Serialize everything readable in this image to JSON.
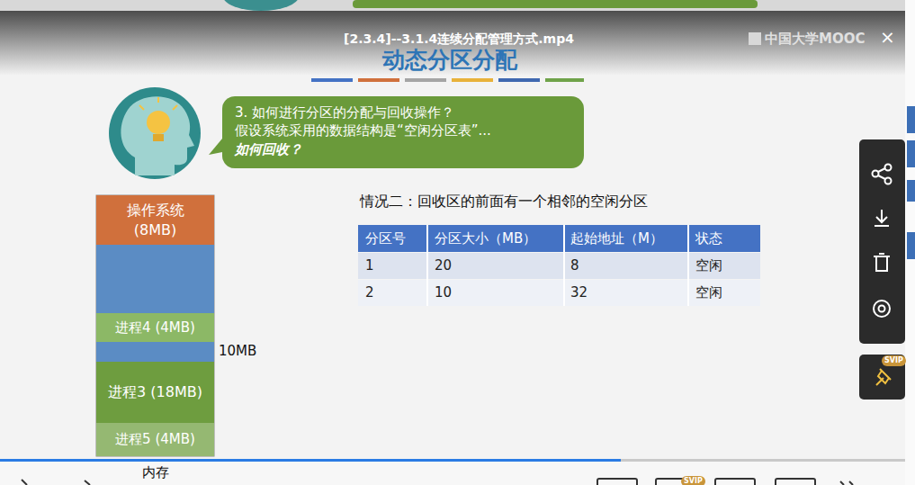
{
  "diagram": {
    "title": "动态分区分配",
    "nodes": [
      {
        "text": [
          "内存"
        ]
      },
      {
        "text": [
          "操作系统 (8MB)"
        ],
        "in": 0
      },
      {
        "text": [
          "进程4 (4MB)"
        ],
        "in": 0
      },
      {
        "text": [
          "进程3 (18MB)"
        ],
        "in": 0
      },
      {
        "text": [
          "进程5 (4MB)"
        ],
        "in": 0
      },
      {
        "text": [
          "3. 如何进行分区的分配与回收操作？ 假设系统采用的数据结构是“空闲分区表”...",
          "如何回收？"
        ]
      }
    ],
    "labels": [
      "[2.3.4]--3.1.4连续分配管理方式.mp4",
      "中国大学MOOC",
      "×",
      "情况二：回收区的前面有一个相邻的空闲分区",
      "10MB",
      "分区号",
      "分区大小（MB）",
      "起始地址（M）",
      "状态",
      "1",
      "20",
      "8",
      "空闲",
      "2",
      "10",
      "32",
      "空闲",
      "SVIP",
      "SVIP"
    ]
  }
}
